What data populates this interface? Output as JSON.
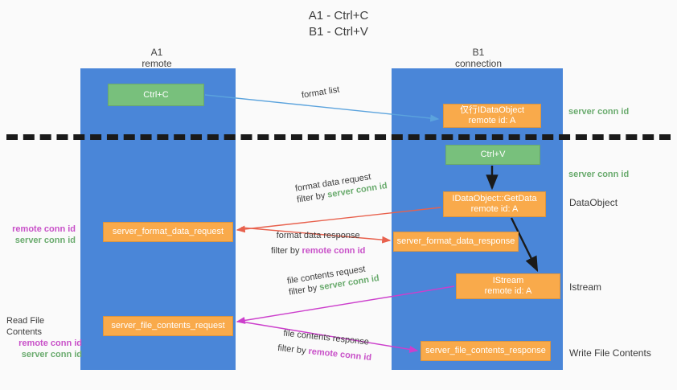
{
  "title": {
    "line1": "A1 - Ctrl+C",
    "line2": "B1 - Ctrl+V"
  },
  "columns": {
    "left": {
      "name": "A1",
      "role": "remote"
    },
    "right": {
      "name": "B1",
      "role": "connection"
    }
  },
  "colors": {
    "lane": "#4a86d8",
    "green_node": "#78c07c",
    "orange_node": "#f9aa4b",
    "server_conn_id": "#6aab6e",
    "remote_conn_id": "#c850c8",
    "arrow_format_list": "#5ba3dd",
    "arrow_format_data": "#e8614d",
    "arrow_file_contents": "#cc3fcc",
    "arrow_internal": "#1a1a1a",
    "separator": "#1a1a1a",
    "background": "#fafafa"
  },
  "nodes": {
    "ctrl_c": {
      "label": "Ctrl+C"
    },
    "ctrl_v": {
      "label": "Ctrl+V"
    },
    "idataobject": {
      "line1": "仅行IDataObject",
      "line2": "remote id: A"
    },
    "getdata": {
      "line1": "IDataObject::GetData",
      "line2": "remote id: A"
    },
    "istream": {
      "line1": "IStream",
      "line2": "remote id: A"
    },
    "server_format_data_request": {
      "label": "server_format_data_request"
    },
    "server_format_data_response": {
      "label": "server_format_data_response"
    },
    "server_file_contents_request": {
      "label": "server_file_contents_request"
    },
    "server_file_contents_response": {
      "label": "server_file_contents_response"
    }
  },
  "edges": {
    "format_list": {
      "label": "format list"
    },
    "format_data_request": {
      "label": "format data request",
      "filter_prefix": "filter by ",
      "filter_key": "server conn id"
    },
    "format_data_response": {
      "label": "format data response",
      "filter_prefix": "filter by ",
      "filter_key": "remote conn id"
    },
    "file_contents_request": {
      "label": "file contents request",
      "filter_prefix": "filter by ",
      "filter_key": "server conn id"
    },
    "file_contents_response": {
      "label": "file contents response",
      "filter_prefix": "filter by ",
      "filter_key": "remote conn id"
    }
  },
  "annotations": {
    "server_conn_id_top": "server conn id",
    "server_conn_id_mid": "server conn id",
    "dataobject": "DataObject",
    "istream": "Istream",
    "write_file_contents": "Write File Contents",
    "read_file_contents": "Read File Contents",
    "remote_conn_id": "remote conn id",
    "server_conn_id": "server conn id"
  }
}
